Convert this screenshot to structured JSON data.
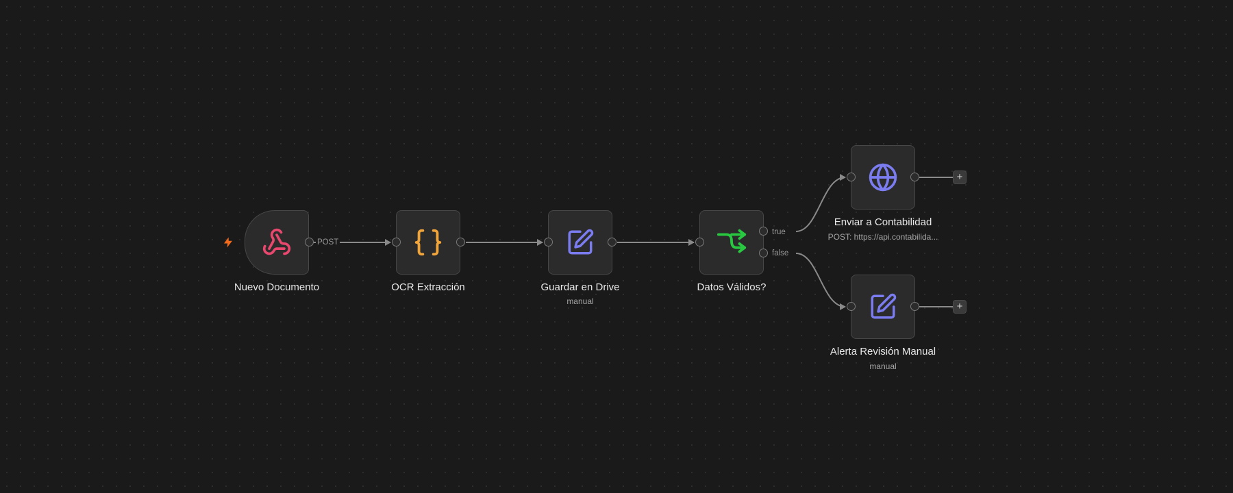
{
  "nodes": {
    "webhook": {
      "label": "Nuevo Documento",
      "icon": "webhook-icon",
      "color": "#e8476e"
    },
    "ocr": {
      "label": "OCR Extracción",
      "icon": "curly-braces-icon",
      "color": "#f0a43a"
    },
    "drive": {
      "label": "Guardar en Drive",
      "subtitle": "manual",
      "icon": "edit-icon",
      "color": "#7b7cf0"
    },
    "if": {
      "label": "Datos Válidos?",
      "icon": "branch-icon",
      "color": "#28c840"
    },
    "http": {
      "label": "Enviar a Contabilidad",
      "subtitle": "POST: https://api.contabilida...",
      "icon": "globe-icon",
      "color": "#7b7cf0"
    },
    "alert": {
      "label": "Alerta Revisión Manual",
      "subtitle": "manual",
      "icon": "edit-icon",
      "color": "#7b7cf0"
    }
  },
  "edges": {
    "webhook_out_label": "POST",
    "true_label": "true",
    "false_label": "false"
  },
  "trigger_indicator": {
    "icon": "lightning-bolt-icon",
    "color": "#f26a1b"
  },
  "add_button": {
    "label": "+"
  }
}
